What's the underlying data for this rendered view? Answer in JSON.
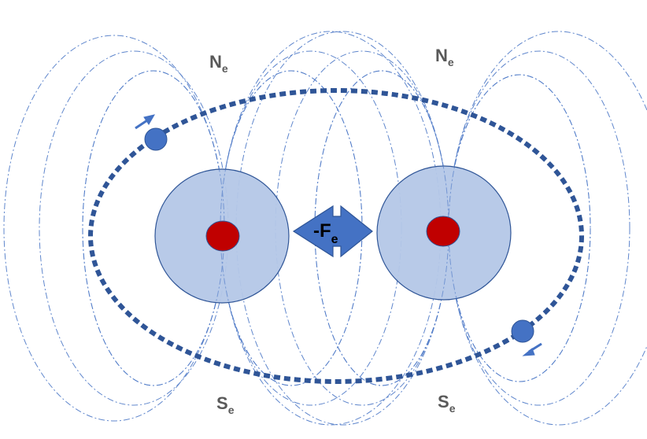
{
  "colors": {
    "field_line": "#4472c4",
    "orbit": "#2f5597",
    "atom_body": "#b4c7e7",
    "atom_border": "#2f5597",
    "nucleus": "#c00000",
    "electron": "#4472c4",
    "arrow": "#4472c4",
    "pole_text": "#595959"
  },
  "labels": {
    "north_left": {
      "main": "N",
      "sub": "e"
    },
    "north_right": {
      "main": "N",
      "sub": "e"
    },
    "south_left": {
      "main": "S",
      "sub": "e"
    },
    "south_right": {
      "main": "S",
      "sub": "e"
    },
    "force": {
      "main": "-F",
      "sub": "e"
    }
  },
  "icons": [
    "double-arrow-icon",
    "motion-arrow-icon"
  ]
}
